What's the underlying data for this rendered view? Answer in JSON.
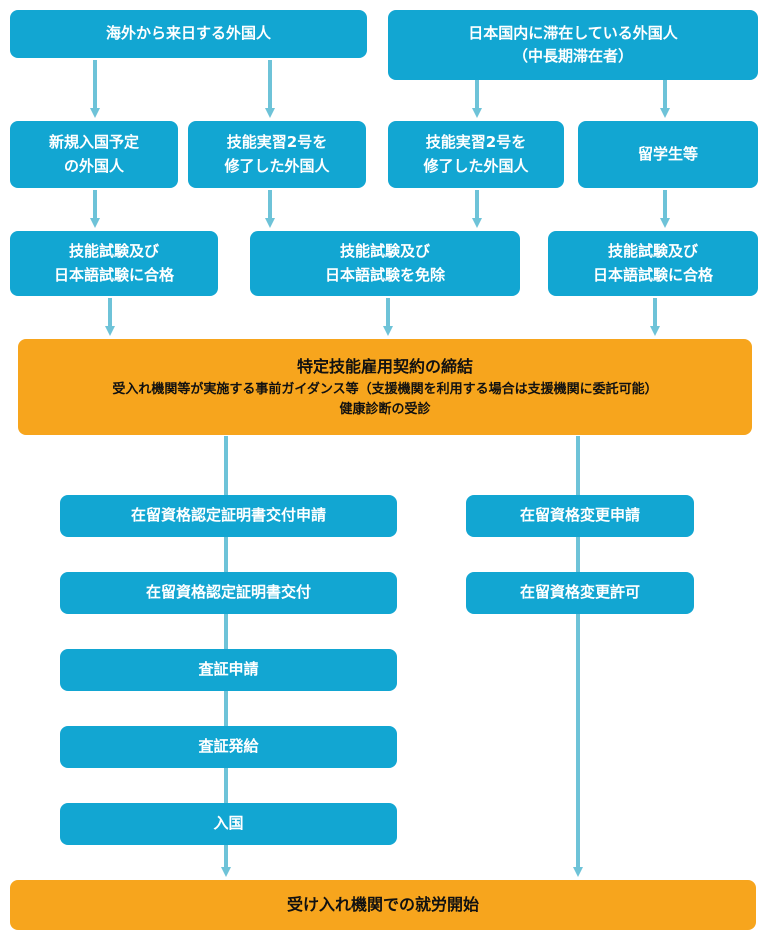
{
  "colors": {
    "box_blue": "#12a6d2",
    "box_orange": "#f7a51d",
    "arrow": "#6ec3d8"
  },
  "top_left": {
    "label": "海外から来日する外国人"
  },
  "top_right": {
    "line1": "日本国内に滞在している外国人",
    "line2": "（中長期滞在者）"
  },
  "row2": {
    "new_entry": {
      "line1": "新規入国予定",
      "line2": "の外国人"
    },
    "trainee_overseas": {
      "line1": "技能実習2号を",
      "line2": "修了した外国人"
    },
    "trainee_domestic": {
      "line1": "技能実習2号を",
      "line2": "修了した外国人"
    },
    "student": {
      "label": "留学生等"
    }
  },
  "row3": {
    "pass_left": {
      "line1": "技能試験及び",
      "line2": "日本語試験に合格"
    },
    "exempt": {
      "line1": "技能試験及び",
      "line2": "日本語試験を免除"
    },
    "pass_right": {
      "line1": "技能試験及び",
      "line2": "日本語試験に合格"
    }
  },
  "contract": {
    "line1": "特定技能雇用契約の締結",
    "line2": "受入れ機関等が実施する事前ガイダンス等（支援機関を利用する場合は支援機関に委託可能）",
    "line3": "健康診断の受診"
  },
  "left_steps": [
    "在留資格認定証明書交付申請",
    "在留資格認定証明書交付",
    "査証申請",
    "査証発給",
    "入国"
  ],
  "right_steps": [
    "在留資格変更申請",
    "在留資格変更許可"
  ],
  "final": {
    "label": "受け入れ機関での就労開始"
  }
}
